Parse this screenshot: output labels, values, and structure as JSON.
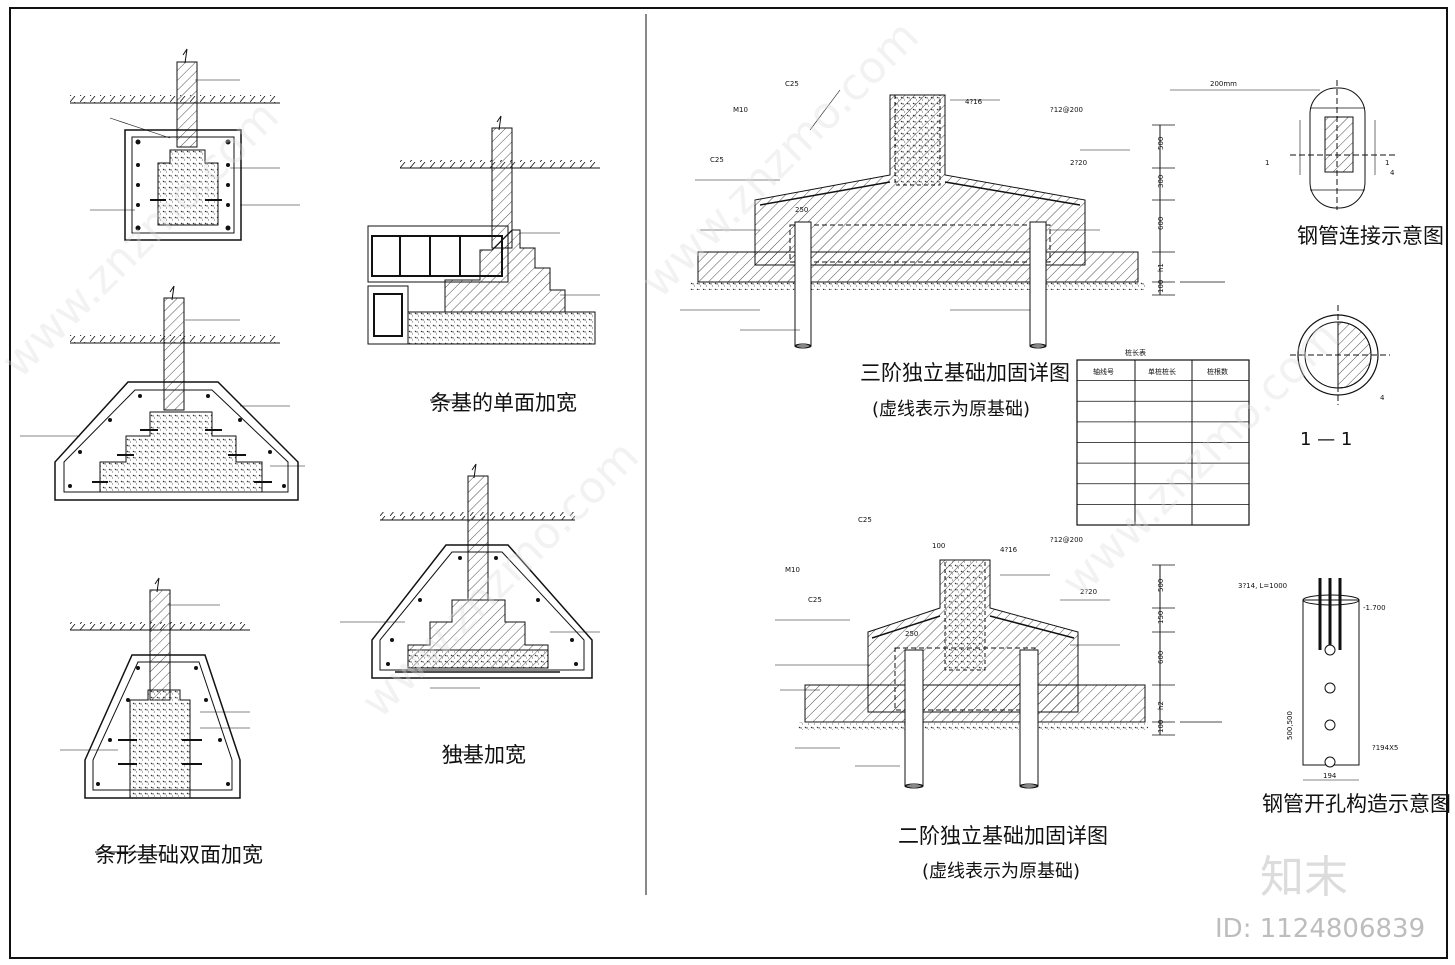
{
  "captions": {
    "strip_double": "条形基础双面加宽",
    "strip_single": "条基的单面加宽",
    "isolated_widen": "独基加宽",
    "three_step_title": "三阶独立基础加固详图",
    "three_step_sub": "(虚线表示为原基础)",
    "two_step_title": "二阶独立基础加固详图",
    "two_step_sub": "(虚线表示为原基础)",
    "pipe_connect": "钢管连接示意图",
    "pipe_hole": "钢管开孔构造示意图",
    "section_mark": "1 — 1"
  },
  "notes": {
    "c25": "C25",
    "m10": "M10",
    "rebar_4_16": "4?16",
    "rebar_12_200": "?12@200",
    "rebar_2_20": "2?20",
    "d250": "250",
    "d100": "100",
    "d500": "500",
    "d300": "300",
    "d600": "600",
    "d150": "150",
    "h1": "h1",
    "h2": "h2",
    "pipe_200": "200mm",
    "pipe_3_14": "3?14, L=1000",
    "pipe_level": "-1.700",
    "pipe_spacing": "500,500",
    "pipe_dia": "?194X5",
    "pipe_width": "194",
    "sec_1": "1",
    "four": "4"
  },
  "table": {
    "title": "桩长表",
    "headers": [
      "轴线号",
      "单桩桩长",
      "桩根数"
    ],
    "row_count": 8
  },
  "watermark": {
    "brand": "知末",
    "id": "ID: 1124806839",
    "url": "www.znzmo.com"
  }
}
